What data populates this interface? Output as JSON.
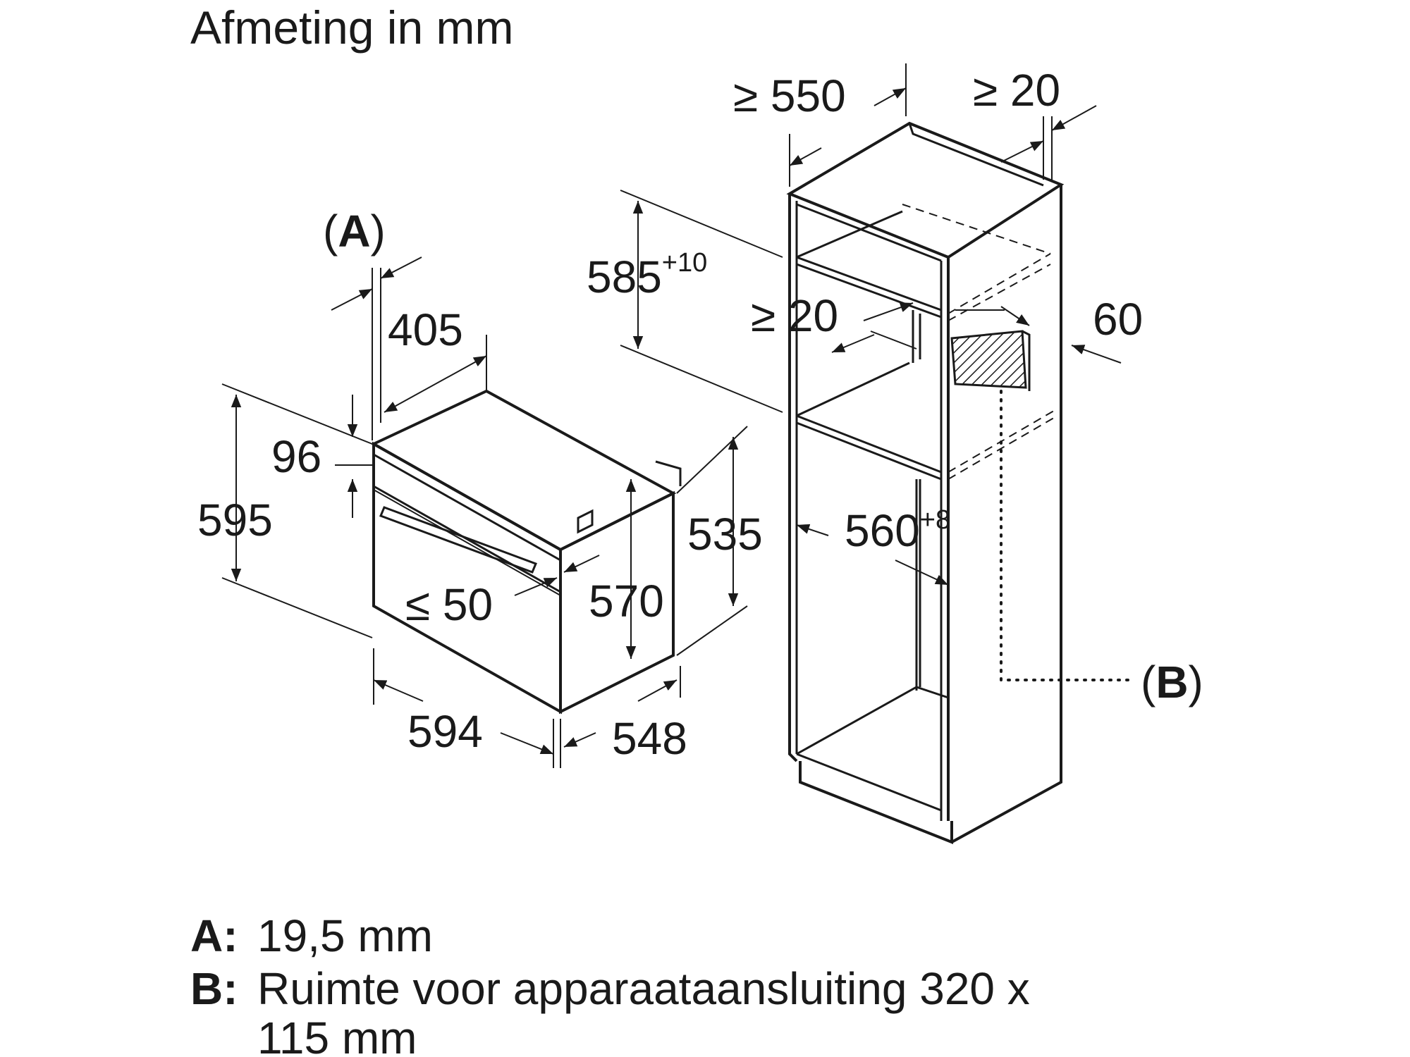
{
  "title": "Afmeting in mm",
  "oven": {
    "dim_405": "405",
    "dim_96": "96",
    "dim_595": "595",
    "dim_535": "535",
    "dim_570": "570",
    "dim_50": "≤ 50",
    "dim_594": "594",
    "dim_548": "548",
    "callout_a": "A"
  },
  "cabinet": {
    "dim_550": "≥ 550",
    "dim_20_top": "≥ 20",
    "dim_585": "585",
    "dim_585_tol": "+10",
    "dim_20_mid": "≥ 20",
    "dim_60": "60",
    "dim_560": "560",
    "dim_560_tol": "+8",
    "callout_b": "B"
  },
  "legend": {
    "a_key": "A:",
    "a_text": "19,5 mm",
    "b_key": "B:",
    "b_text_line1": "Ruimte voor apparaataansluiting 320 x",
    "b_text_line2": "115 mm"
  },
  "colors": {
    "ink": "#1a1a1a",
    "background": "#ffffff"
  }
}
